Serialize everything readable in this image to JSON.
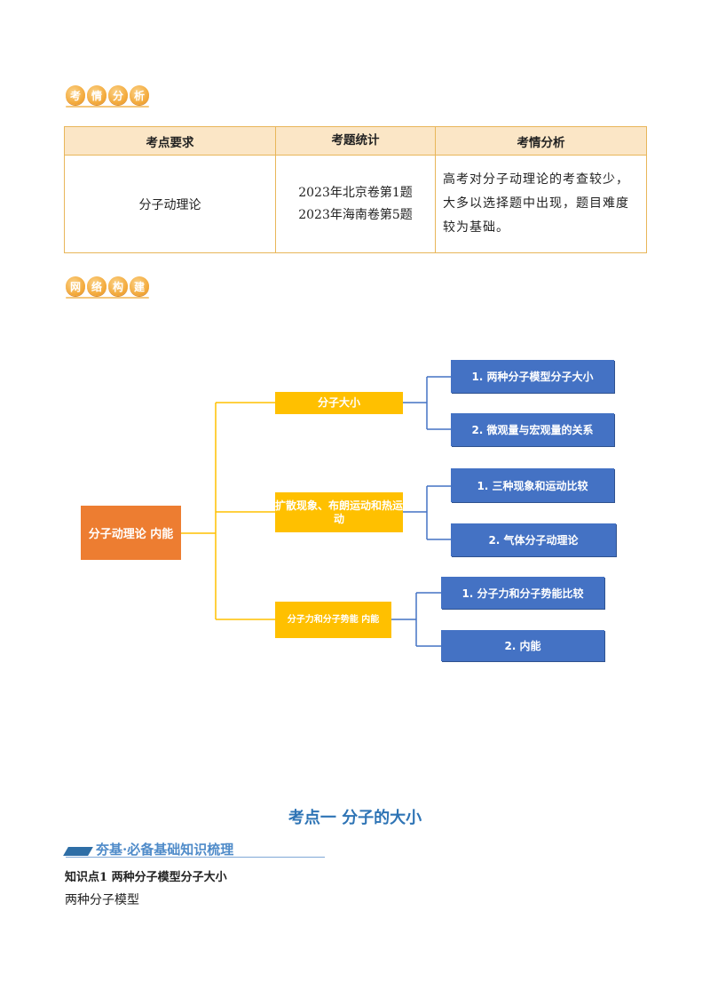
{
  "badges": {
    "analysis": [
      "考",
      "情",
      "分",
      "析"
    ],
    "network": [
      "网",
      "络",
      "构",
      "建"
    ]
  },
  "table": {
    "headers": [
      "考点要求",
      "考题统计",
      "考情分析"
    ],
    "row": {
      "requirement": "分子动理论",
      "stats": [
        "2023年北京卷第1题",
        "2023年海南卷第5题"
      ],
      "analysis": "高考对分子动理论的考查较少，大多以选择题中出现，题目难度较为基础。"
    }
  },
  "mindmap": {
    "root": "分子动理论  内能",
    "branches": [
      {
        "label": "分子大小",
        "leaves": [
          "1. 两种分子模型分子大小",
          "2. 微观量与宏观量的关系"
        ]
      },
      {
        "label": "扩散现象、布朗运动和热运动",
        "leaves": [
          "1. 三种现象和运动比较",
          "2. 气体分子动理论"
        ]
      },
      {
        "label": "分子力和分子势能  内能",
        "leaves": [
          "1. 分子力和分子势能比较",
          "2. 内能"
        ]
      }
    ],
    "colors": {
      "root": "#ed7d31",
      "branch": "#ffc000",
      "leaf": "#4472c4",
      "leaf_line": "#4472c4",
      "branch_line": "#ffc000"
    }
  },
  "section": {
    "title": "考点一  分子的大小",
    "banner": "夯基·必备基础知识梳理",
    "knowledge_point": "知识点1  两种分子模型分子大小",
    "sub": "两种分子模型"
  }
}
